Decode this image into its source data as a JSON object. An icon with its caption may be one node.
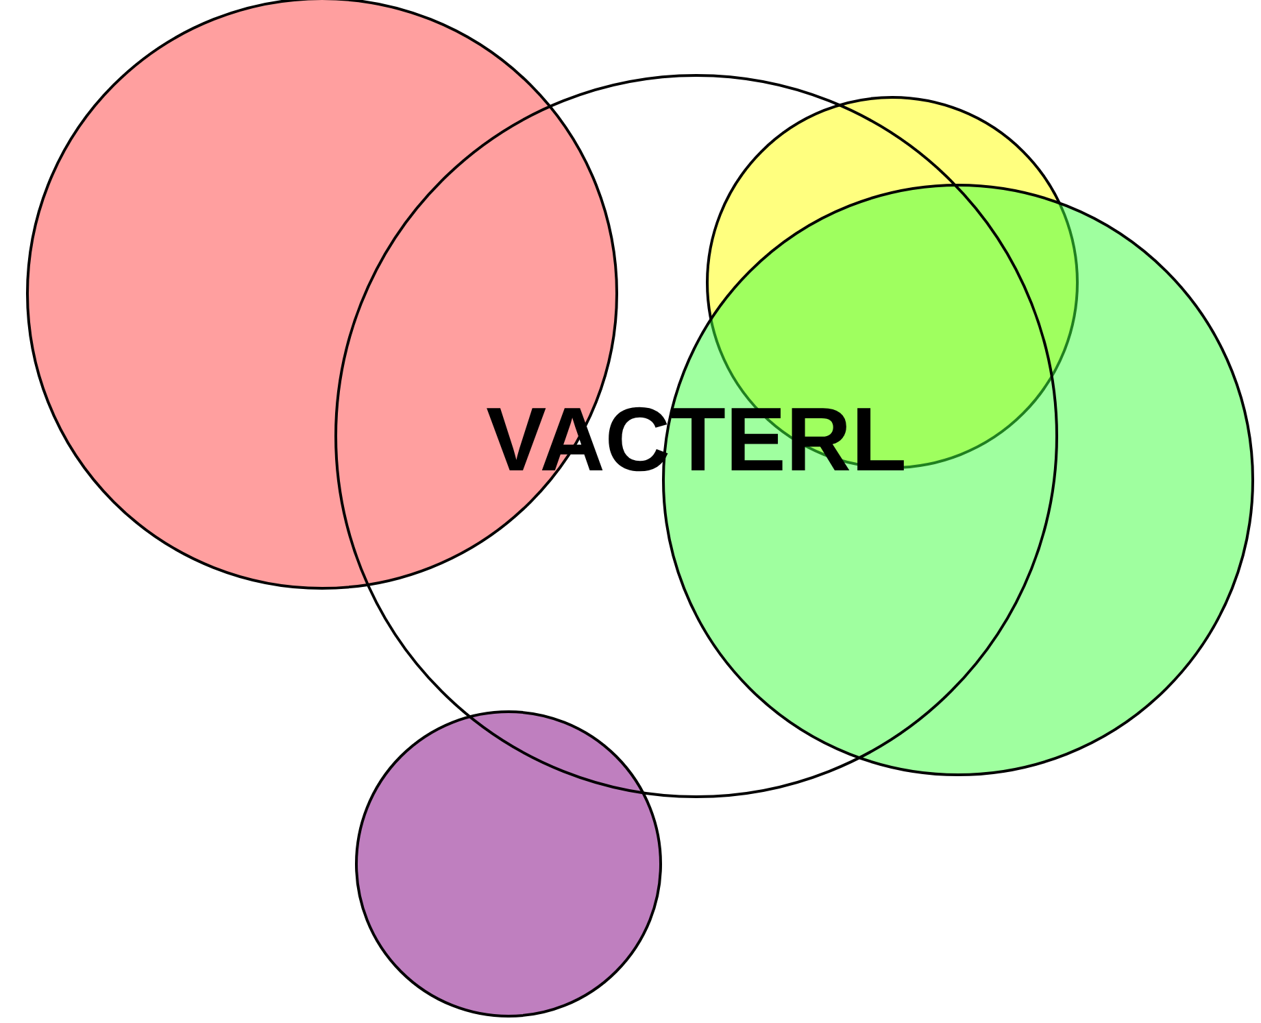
{
  "diagram": {
    "title": "VACTERL",
    "nodes": [
      {
        "text": [],
        "shape": "circle"
      },
      {
        "text": [],
        "shape": "circle"
      },
      {
        "text": [],
        "shape": "circle"
      },
      {
        "text": [],
        "shape": "circle"
      },
      {
        "text": [],
        "shape": "circle"
      }
    ]
  }
}
